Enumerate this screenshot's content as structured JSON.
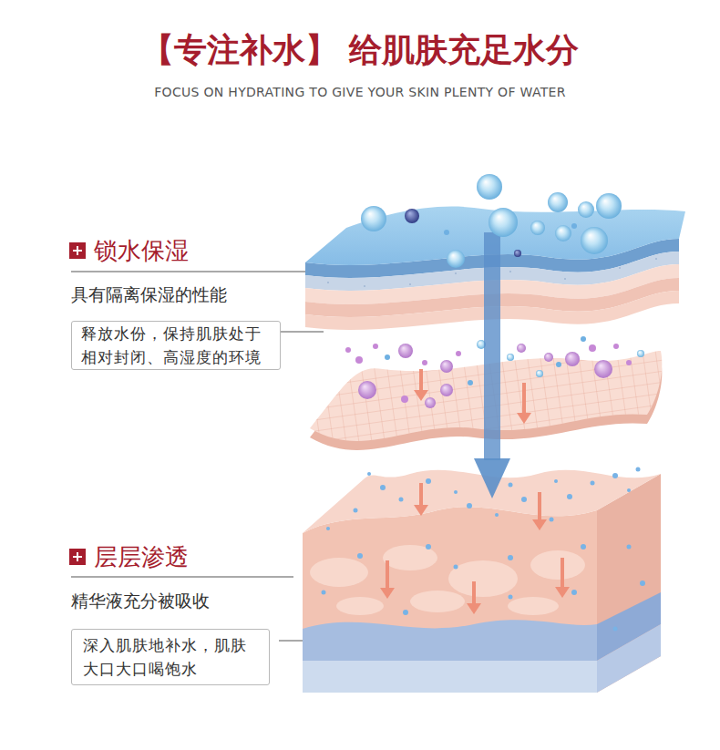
{
  "diagram": {
    "title": "【专注补水】 给肌肤充足水分",
    "nodes": [
      {
        "text": [
          "释放水份，保持肌肤处于 相对封闭、高湿度的环境"
        ]
      },
      {
        "text": [
          "深入肌肤地补水，肌肤 大口大口喝饱水"
        ]
      }
    ],
    "labels": [
      "FOCUS ON HYDRATING TO GIVE YOUR SKIN PLENTY OF WATER",
      "锁水保湿",
      "具有隔离保湿的性能",
      "层层渗透",
      "精华液充分被吸收"
    ]
  }
}
